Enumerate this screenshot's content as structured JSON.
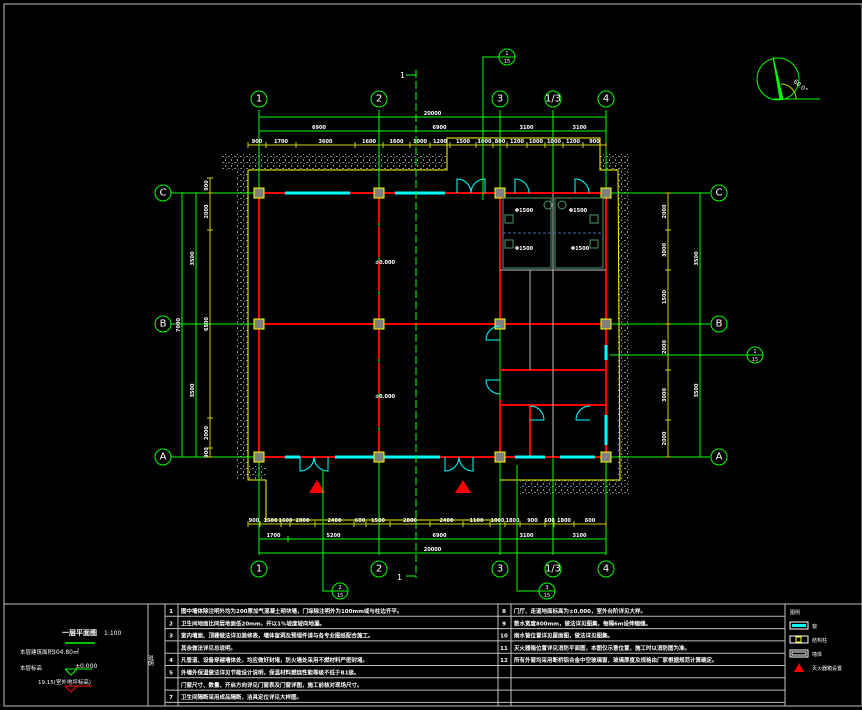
{
  "axes": {
    "vertical": [
      "1",
      "2",
      "3",
      "1/3",
      "4"
    ],
    "horizontal": [
      "C",
      "B",
      "A"
    ]
  },
  "dimensions": {
    "top_total": "20000",
    "top_bays": [
      "6900",
      "6900",
      "3100",
      "3100"
    ],
    "top_detail": [
      "900",
      "1700",
      "3600",
      "1600",
      "1600",
      "1000",
      "1200",
      "1500",
      "1000",
      "800",
      "1200",
      "1000",
      "1000",
      "1200",
      "900"
    ],
    "bottom_total": "20000",
    "bottom_bays": [
      "1700",
      "5200",
      "6900",
      "3100",
      "3100"
    ],
    "bottom_detail": [
      "900",
      "1500",
      "1600",
      "2800",
      "2400",
      "600",
      "1500",
      "2800",
      "2400",
      "1100",
      "1000",
      "1800",
      "900",
      "600",
      "1800",
      "600"
    ],
    "left_total": "7000",
    "left_bays": [
      "3500",
      "3500"
    ],
    "left_detail": [
      "900",
      "2000",
      "6500",
      "2000",
      "900"
    ],
    "right_bays": [
      "3500",
      "3500"
    ],
    "right_detail": [
      "2000",
      "3000",
      "1500",
      "2000",
      "3000",
      "2000"
    ]
  },
  "plan": {
    "elevation_main": "±0.000",
    "section_mark": "1",
    "room_dims": [
      "Φ1500",
      "Φ1500",
      "Φ1500",
      "Φ1500"
    ],
    "index_refs": [
      {
        "num": "1",
        "sheet": "15"
      },
      {
        "num": "2",
        "sheet": "15"
      },
      {
        "num": "3",
        "sheet": "15"
      },
      {
        "num": "1",
        "sheet": "15"
      }
    ],
    "north_angle": "60.0°"
  },
  "title_block": {
    "drawing_title": "一层平面图",
    "scale": "1:100",
    "area_label": "本层建筑面积",
    "area_value": "304.80㎡",
    "level_label": "本层标高",
    "level_value": "±0.000",
    "outdoor_level": "19.15(室外地坪标高)",
    "notes_header": "说明",
    "notes": [
      {
        "n": "1",
        "t": "图中墙体除注明外均为200厚加气混凝土砌块墙，门垛除注明外为100mm或与柱边齐平。"
      },
      {
        "n": "2",
        "t": "卫生间地面比同层地面低20mm，并以1%坡度坡向地漏。"
      },
      {
        "n": "3",
        "t": "室内墙面、顶棚做法详见装修表，墙体留洞及预埋件请与各专业图纸配合施工。"
      },
      {
        "n": "",
        "t": "其余做法详见总说明。"
      },
      {
        "n": "4",
        "t": "凡管道、设备穿越墙体处，均应做好封堵，防火墙处采用不燃材料严密封堵。"
      },
      {
        "n": "5",
        "t": "外墙外保温做法详见节能设计说明，保温材料燃烧性能等级不低于B1级。"
      },
      {
        "n": "",
        "t": "门窗尺寸、数量、开启方向详见门窗表及门窗详图，施工前核对现场尺寸。"
      },
      {
        "n": "7",
        "t": "卫生间隔断采用成品隔断，洁具定位详见大样图。"
      }
    ],
    "notes_right": [
      {
        "n": "8",
        "t": "门厅、走道地面标高为±0.000，室外台阶详见大样。"
      },
      {
        "n": "9",
        "t": "散水宽度800mm，做法详见图集，每隔6m设伸缩缝。"
      },
      {
        "n": "10",
        "t": "雨水管位置详见屋面图，做法详见图集。"
      },
      {
        "n": "11",
        "t": "灭火器箱位置详见消防平面图，本图仅示意位置，施工时以消防图为准。"
      },
      {
        "n": "12",
        "t": "所有外窗均采用断桥铝合金中空玻璃窗，玻璃厚度及规格由厂家根据规范计算确定。"
      }
    ],
    "legend": [
      {
        "label": "图例",
        "kind": "none"
      },
      {
        "label": "窗",
        "kind": "window"
      },
      {
        "label": "结构柱",
        "kind": "column"
      },
      {
        "label": "墙体",
        "kind": "wall"
      },
      {
        "label": "灭火器箱设置",
        "kind": "extinguisher"
      }
    ]
  },
  "colors": {
    "axis": "#00ff00",
    "wall": "#ff0000",
    "window": "#00ffff",
    "dim": "#c8d400",
    "frame": "#c0c0c0",
    "column": "#ffff00"
  }
}
